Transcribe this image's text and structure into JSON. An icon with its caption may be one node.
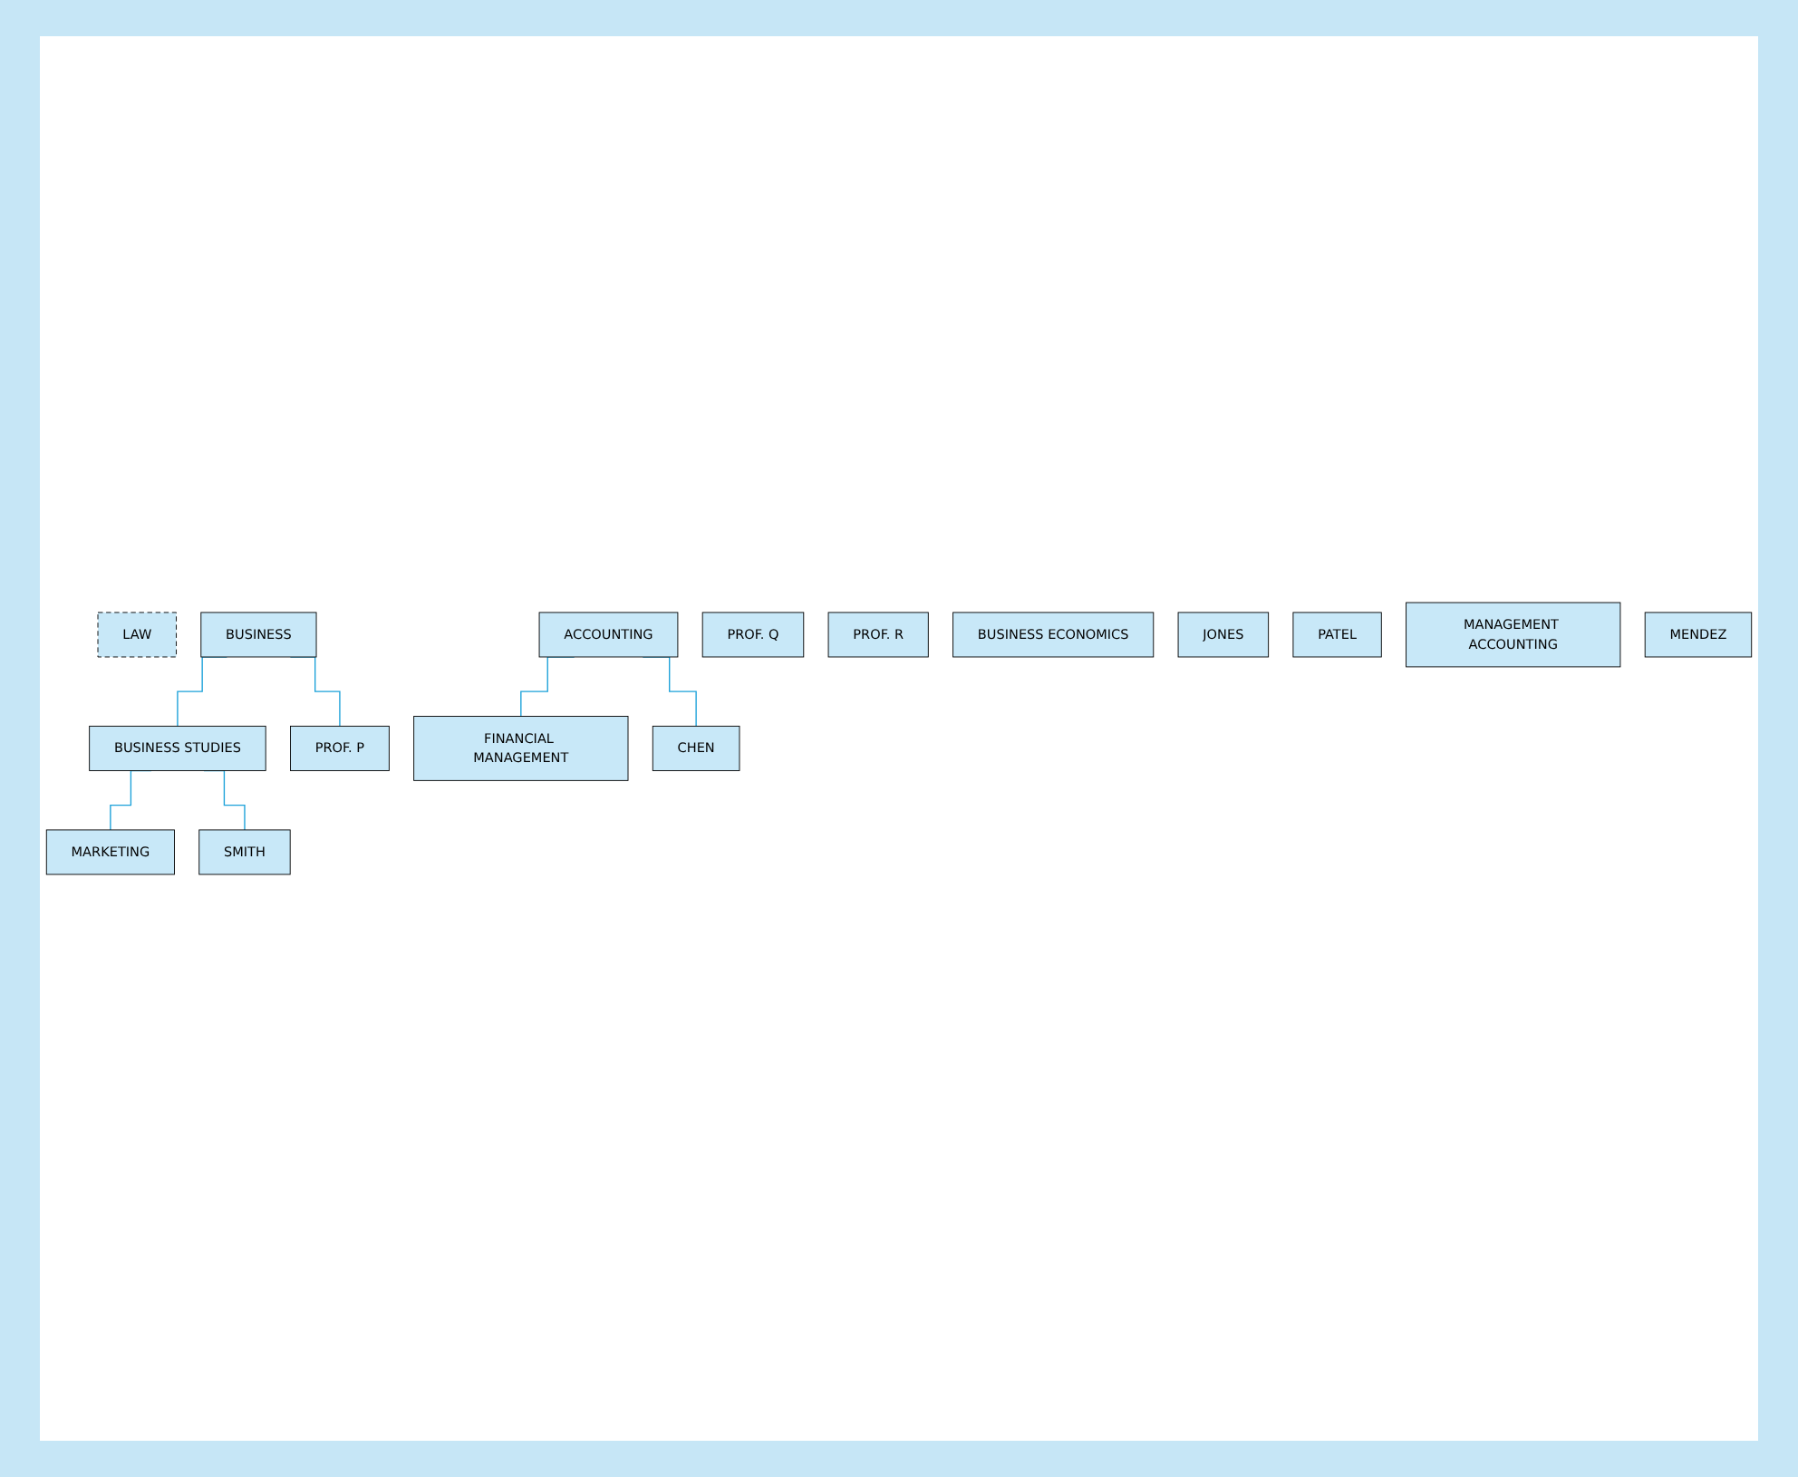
{
  "diagram": {
    "nodes": [
      {
        "text": [
          "LAW"
        ]
      },
      {
        "text": [
          "BUSINESS"
        ]
      },
      {
        "text": [
          "BUSINESS STUDIES"
        ]
      },
      {
        "text": [
          "ACCOUNTING"
        ]
      },
      {
        "text": [
          "PROF. P"
        ]
      },
      {
        "text": [
          "PROF. Q"
        ]
      },
      {
        "text": [
          "PROF. R"
        ]
      },
      {
        "text": [
          "MARKETING"
        ]
      },
      {
        "text": [
          "BUSINESS ECONOMICS"
        ]
      },
      {
        "text": [
          "SMITH"
        ]
      },
      {
        "text": [
          "JONES"
        ]
      },
      {
        "text": [
          "PATEL"
        ]
      },
      {
        "text": [
          "FINANCIAL MANAGEMENT"
        ]
      },
      {
        "text": [
          "MANAGEMENT ACCOUNTING"
        ]
      },
      {
        "text": [
          "CHEN"
        ]
      },
      {
        "text": [
          "MENDEZ"
        ]
      }
    ],
    "edges": [
      {
        "from": 1,
        "to": 2,
        "arrow": "none"
      },
      {
        "from": 1,
        "to": 4,
        "arrow": "none"
      },
      {
        "from": 2,
        "to": 7,
        "arrow": "none"
      },
      {
        "from": 2,
        "to": 9,
        "arrow": "none"
      },
      {
        "from": 3,
        "to": 12,
        "arrow": "none"
      },
      {
        "from": 3,
        "to": 14,
        "arrow": "none"
      }
    ]
  }
}
